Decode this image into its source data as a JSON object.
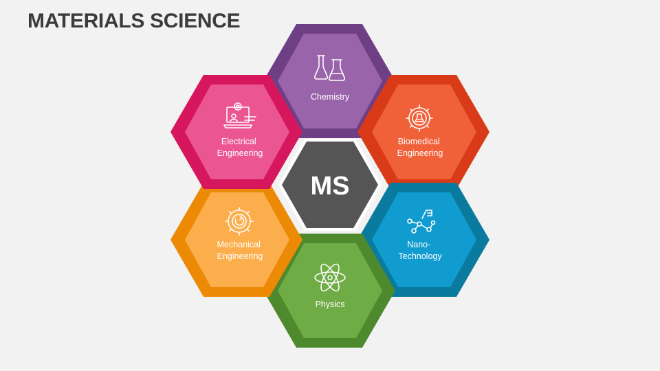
{
  "title": "MATERIALS SCIENCE",
  "center": {
    "label": "MS",
    "outer_color": "#ffffff",
    "inner_color": "#555555"
  },
  "segments": [
    {
      "id": "chemistry",
      "lines": [
        "Chemistry"
      ],
      "icon": "flasks-icon",
      "outer_color": "#6f3f86",
      "inner_color": "#9a64aa"
    },
    {
      "id": "biomedical",
      "lines": [
        "Biomedical",
        "Engineering"
      ],
      "icon": "medical-gear-icon",
      "outer_color": "#d93a17",
      "inner_color": "#f0613a"
    },
    {
      "id": "nano",
      "lines": [
        "Nano-",
        "Technology"
      ],
      "icon": "molecule-icon",
      "outer_color": "#0a7a9e",
      "inner_color": "#119ccf"
    },
    {
      "id": "physics",
      "lines": [
        "Physics"
      ],
      "icon": "atom-icon",
      "outer_color": "#4e8a2d",
      "inner_color": "#6fac45"
    },
    {
      "id": "mechanical",
      "lines": [
        "Mechanical",
        "Engineering"
      ],
      "icon": "gear-icon",
      "outer_color": "#ec8a05",
      "inner_color": "#fbae4b"
    },
    {
      "id": "electrical",
      "lines": [
        "Electrical",
        "Engineering"
      ],
      "icon": "laptop-tools-icon",
      "outer_color": "#d6175e",
      "inner_color": "#ea5592"
    }
  ]
}
